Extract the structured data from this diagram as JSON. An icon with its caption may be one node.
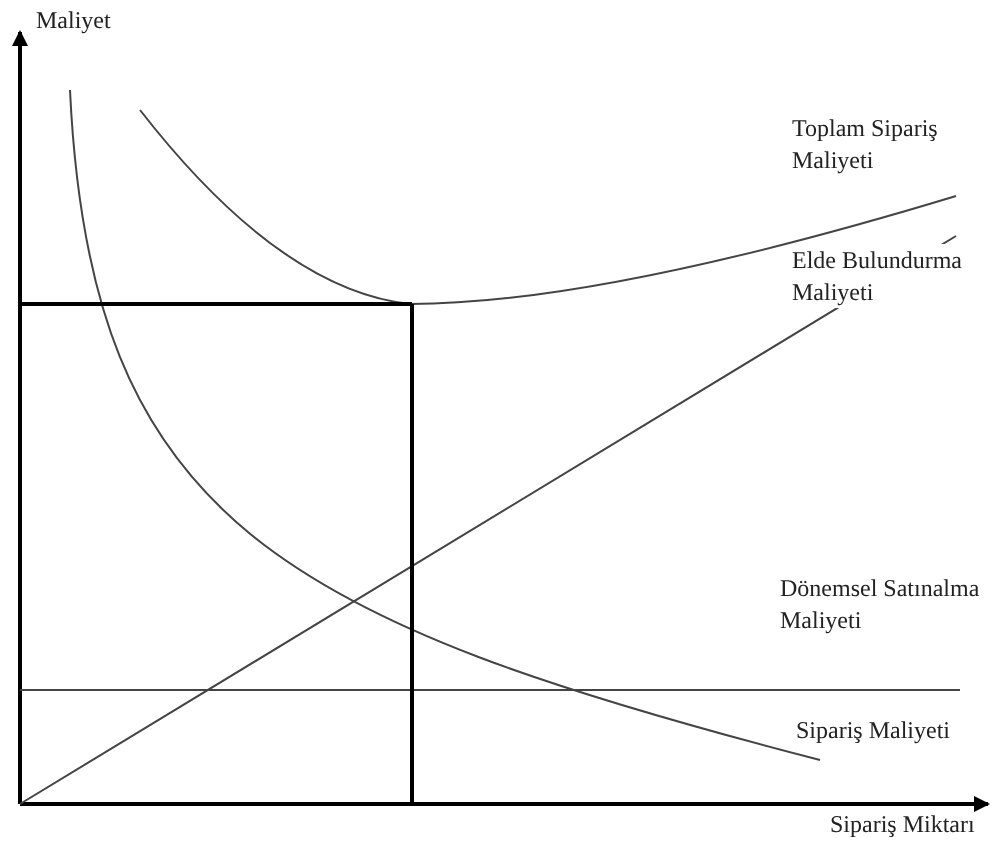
{
  "diagram": {
    "labels": [
      "Maliyet",
      "Toplam Sipariş Maliyeti",
      "Elde Bulundurma Maliyeti",
      "Dönemsel Satınalma Maliyeti",
      "Sipariş Maliyeti",
      "Sipariş Miktarı"
    ]
  }
}
